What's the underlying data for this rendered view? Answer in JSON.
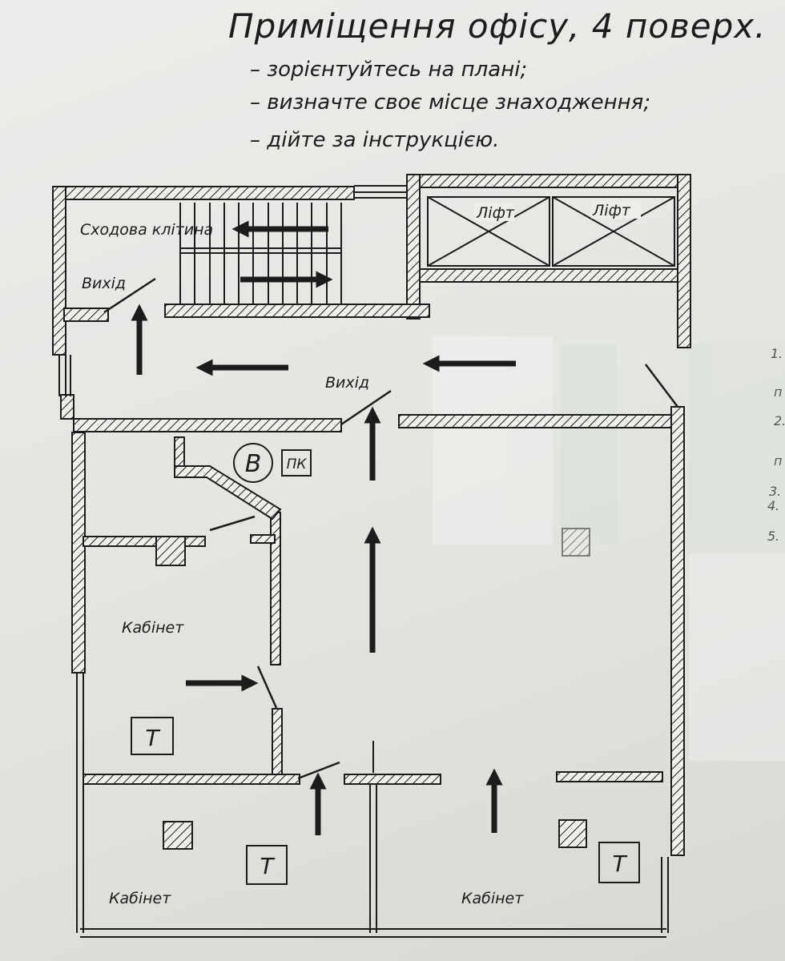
{
  "header": {
    "title": "Приміщення офісу, 4 поверх.",
    "instructions": [
      "– зорієнтуйтесь на плані;",
      "– визначте своє місце знаходження;",
      "– дійте за інструкцією."
    ]
  },
  "plan": {
    "stairwell_label": "Сходова клітина",
    "elevator_labels": [
      "Ліфт",
      "Ліфт"
    ],
    "exit_labels": [
      "Вихід",
      "Вихід"
    ],
    "room_labels": [
      "Кабінет",
      "Кабінет",
      "Кабінет"
    ],
    "symbols": {
      "hydrant": "В",
      "control_panel": "ПК",
      "phone": [
        "Т",
        "Т",
        "Т"
      ]
    }
  },
  "side_notes": [
    "1.",
    "п",
    "2.",
    "п",
    "3.",
    "4.",
    "5."
  ],
  "colors": {
    "ink": "#1c1c1c",
    "paper": "#e6e8e4"
  }
}
